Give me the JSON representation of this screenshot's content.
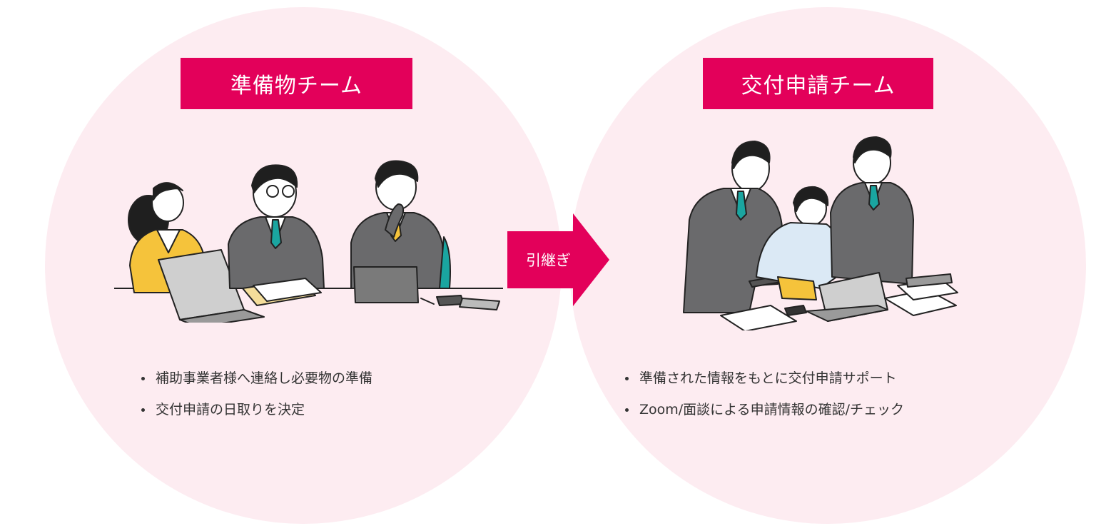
{
  "colors": {
    "accent": "#e3005a",
    "circle_bg": "#fdecf1",
    "text": "#333333",
    "suit": "#6a6a6c",
    "tie": "#1aa5a0",
    "yellow_jacket": "#f5c33b",
    "shirt_blue": "#dbe9f5"
  },
  "left_team": {
    "title": "準備物チーム",
    "items": [
      "補助事業者様へ連絡し必要物の準備",
      "交付申請の日取りを決定"
    ]
  },
  "handoff": {
    "label": "引継ぎ"
  },
  "right_team": {
    "title": "交付申請チーム",
    "items": [
      "準備された情報をもとに交付申請サポート",
      "Zoom/面談による申請情報の確認/チェック"
    ]
  }
}
